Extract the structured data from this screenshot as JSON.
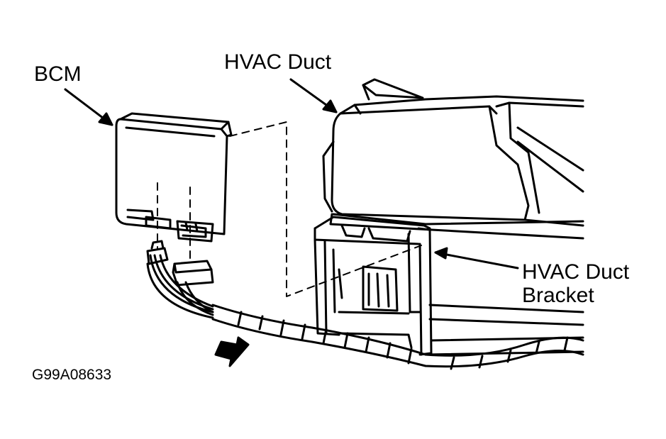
{
  "labels": {
    "bcm": "BCM",
    "hvac_duct": "HVAC Duct",
    "hvac_duct_bracket_line1": "HVAC Duct",
    "hvac_duct_bracket_line2": "Bracket",
    "figure_code": "G99A08633"
  },
  "colors": {
    "ink": "#000000",
    "paper": "#ffffff"
  },
  "icons": {
    "direction_arrow": "forward-arrow-icon"
  }
}
